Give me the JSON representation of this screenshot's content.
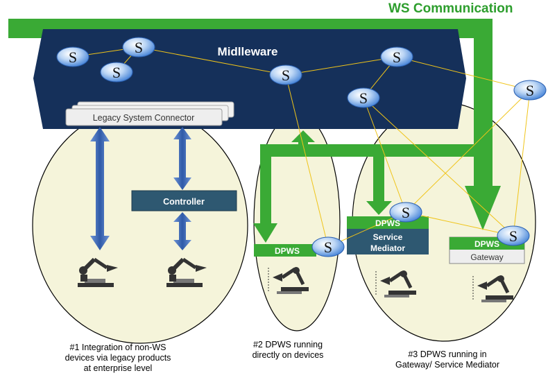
{
  "title": "WS Communication",
  "middleware_label": "Midlleware",
  "legacy_connector_label": "Legacy System Connector",
  "controller_label": "Controller",
  "service_node_label": "S",
  "dpws_device_label": "DPWS",
  "service_mediator": {
    "dpws_label": "DPWS",
    "name_line1": "Service",
    "name_line2": "Mediator"
  },
  "gateway": {
    "dpws_label": "DPWS",
    "name": "Gateway"
  },
  "captions": [
    {
      "lines": [
        "#1 Integration  of non-WS",
        "devices via legacy products",
        "at enterprise  level"
      ]
    },
    {
      "lines": [
        "#2 DPWS running",
        "directly on devices"
      ]
    },
    {
      "lines": [
        "#3 DPWS running in",
        "Gateway/ Service Mediator"
      ]
    }
  ],
  "colors": {
    "green": "#3aaa35",
    "middleware_navy": "#15305a",
    "controller_blue": "#2e5871",
    "arrow_blue": "#3b5fa0",
    "yellow_line": "#f0c419",
    "ellipse_fill": "#f5f4da"
  }
}
